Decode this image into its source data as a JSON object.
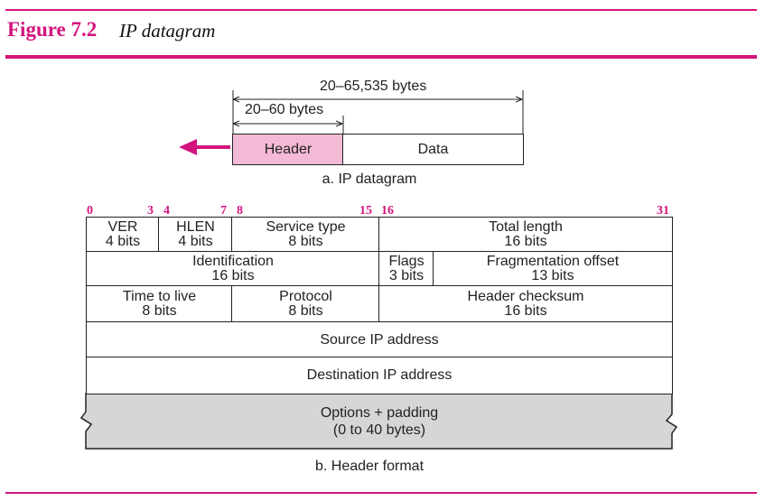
{
  "figure": {
    "number": "Figure 7.2",
    "title": "IP datagram"
  },
  "datagram": {
    "total_range": "20–65,535 bytes",
    "header_range": "20–60 bytes",
    "header_label": "Header",
    "data_label": "Data",
    "caption": "a. IP datagram"
  },
  "bit_positions": [
    "0",
    "3",
    "4",
    "7",
    "8",
    "15",
    "16",
    "31"
  ],
  "fields": {
    "ver": {
      "name": "VER",
      "size": "4 bits"
    },
    "hlen": {
      "name": "HLEN",
      "size": "4 bits"
    },
    "service": {
      "name": "Service type",
      "size": "8 bits"
    },
    "total_length": {
      "name": "Total length",
      "size": "16 bits"
    },
    "identification": {
      "name": "Identification",
      "size": "16 bits"
    },
    "flags": {
      "name": "Flags",
      "size": "3 bits"
    },
    "frag_offset": {
      "name": "Fragmentation offset",
      "size": "13 bits"
    },
    "ttl": {
      "name": "Time to live",
      "size": "8 bits"
    },
    "protocol": {
      "name": "Protocol",
      "size": "8 bits"
    },
    "checksum": {
      "name": "Header checksum",
      "size": "16 bits"
    },
    "source": {
      "name": "Source IP address"
    },
    "destination": {
      "name": "Destination IP address"
    },
    "options": {
      "name": "Options + padding",
      "size": "(0 to 40 bytes)"
    }
  },
  "header_caption": "b. Header format",
  "colors": {
    "accent": "#d4147e",
    "header_fill": "#f4b9d5",
    "options_fill": "#d6d6d6"
  }
}
